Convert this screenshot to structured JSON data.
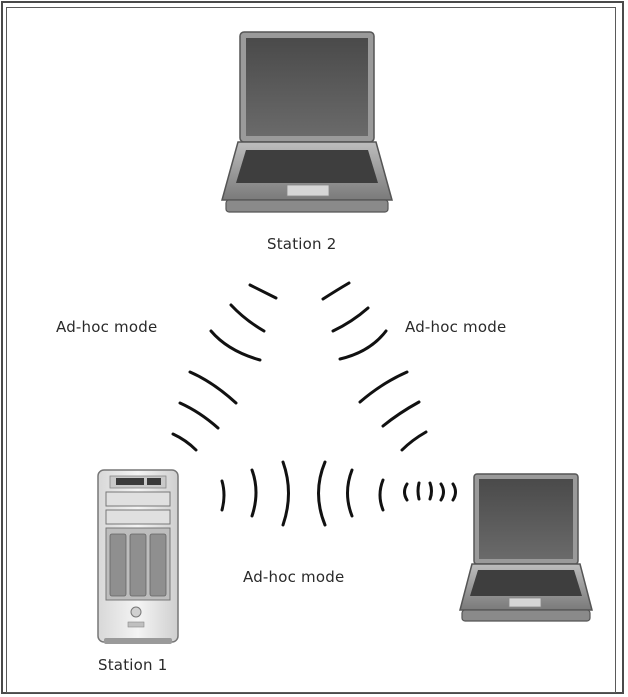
{
  "nodes": {
    "station2": {
      "label": "Station 2"
    },
    "station1": {
      "label": "Station 1"
    },
    "station3": {
      "label": ""
    }
  },
  "links": {
    "left": {
      "label": "Ad-hoc mode"
    },
    "right": {
      "label": "Ad-hoc mode"
    },
    "bottom": {
      "label": "Ad-hoc mode"
    }
  },
  "icons": {
    "station2": "laptop-icon",
    "station1": "desktop-tower-icon",
    "station3": "laptop-icon",
    "signal": "wireless-signal-wave-icon"
  },
  "colors": {
    "frame": "#4a4a4a",
    "device_body": "#8c8c8c",
    "device_dark": "#3a3a3a",
    "wave": "#111111"
  }
}
